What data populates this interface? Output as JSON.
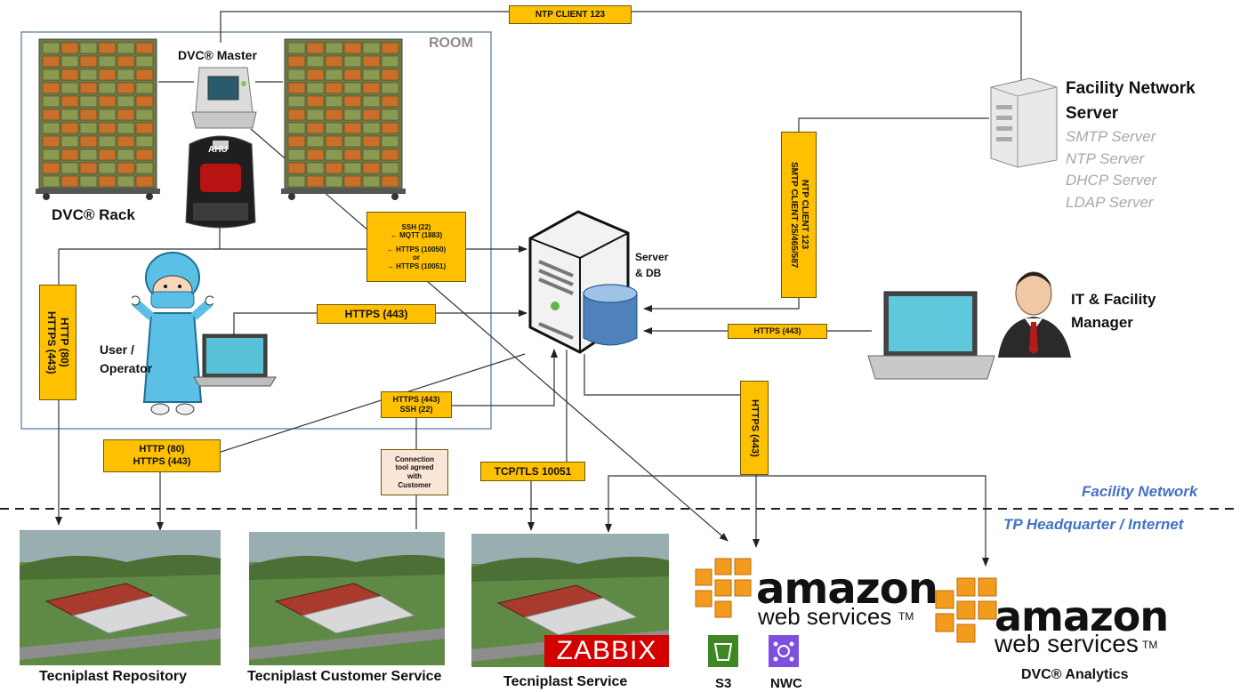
{
  "room": {
    "label": "ROOM"
  },
  "zones": {
    "facility_network": "Facility Network",
    "tp_headquarter": "TP Headquarter  / Internet"
  },
  "devices": {
    "dvc_master": "DVC® Master",
    "dvc_rack": "DVC® Rack",
    "ahu_badge": "AHU",
    "user_operator": [
      "User /",
      "Operator"
    ],
    "server_db": [
      "Server",
      "& DB"
    ],
    "facility_server": {
      "title": [
        "Facility  Network",
        "Server"
      ],
      "services": [
        "SMTP Server",
        "NTP Server",
        "DHCP Server",
        "LDAP Server"
      ]
    },
    "it_manager": [
      "IT & Facility",
      "Manager"
    ]
  },
  "connections": {
    "ntp_top": "NTP CLIENT 123",
    "ssh_mqtt": [
      "SSH (22)",
      "← MQTT (1883)",
      "",
      "← HTTPS (10050)",
      "or",
      "→ HTTPS (10051)"
    ],
    "https_operator": "HTTPS (443)",
    "ntp_smtp": [
      "NTP CLIENT 123",
      "SMTP CLIENT 25/465/587"
    ],
    "https_it": "HTTPS (443)",
    "http_https_left": [
      "HTTP (80)",
      "HTTPS (443)"
    ],
    "http_https_bottom": [
      "HTTP (80)",
      "HTTPS (443)"
    ],
    "https_ssh": [
      "HTTPS (443)",
      "SSH (22)"
    ],
    "connection_tool": [
      "Connection",
      "tool agreed",
      "with",
      "Customer"
    ],
    "tcp_tls": "TCP/TLS 10051",
    "https_aws": "HTTPS (443)"
  },
  "destinations": {
    "repository": "Tecniplast Repository",
    "customer_service": "Tecniplast Customer Service",
    "service": "Tecniplast Service",
    "zabbix": "ZABBIX",
    "s3": "S3",
    "nwc": "NWC",
    "dvc_analytics": "DVC® Analytics"
  },
  "aws": {
    "word": "amazon",
    "sub": "web services",
    "tm": "TM"
  }
}
